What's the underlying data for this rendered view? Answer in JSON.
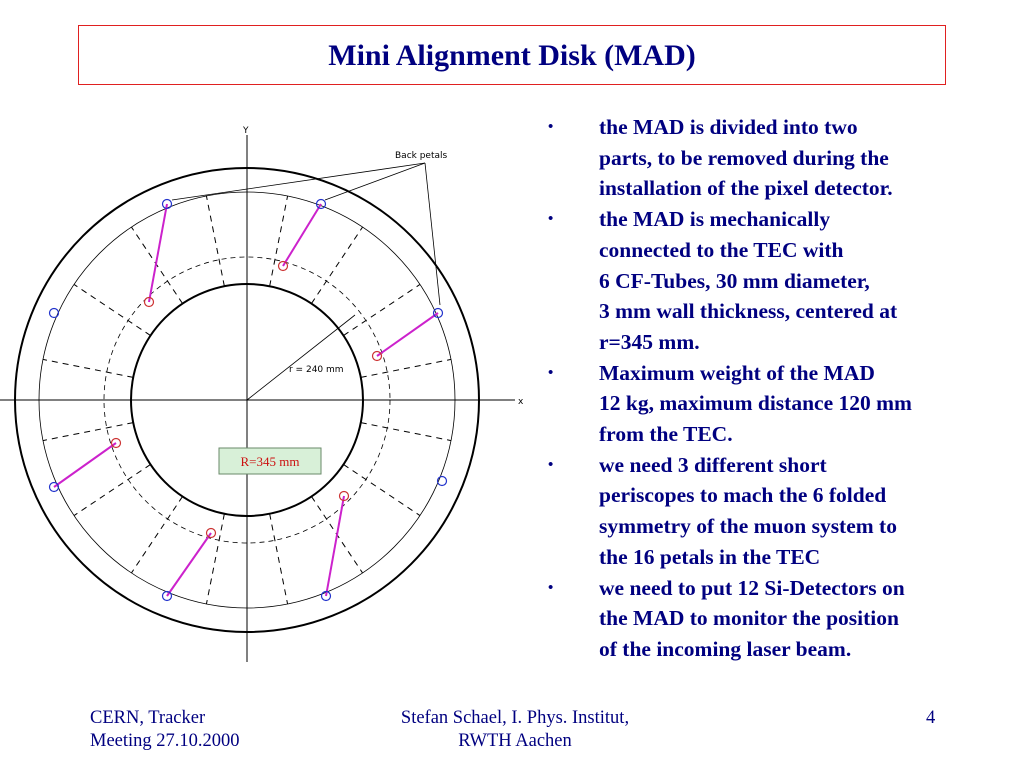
{
  "title": "Mini Alignment Disk (MAD)",
  "diagram": {
    "y_axis": "Y",
    "x_axis": "x",
    "back_petals_label": "Back petals",
    "radius_label": "r = 240 mm",
    "R_label": "R=345 mm",
    "colors": {
      "periscope": "#cc22cc",
      "blue_marker": "#2233cc",
      "red_marker": "#cc3333",
      "R_box_bg": "#d8f0d8",
      "R_box_text": "#cc1111"
    }
  },
  "bullets": [
    {
      "marker": "•",
      "text": "the MAD is divided into two\nparts, to be removed during the\ninstallation of the pixel detector."
    },
    {
      "marker": "•",
      "text": "the MAD is mechanically\nconnected to the TEC with\n6 CF-Tubes, 30 mm diameter,\n3 mm wall thickness, centered at\nr=345 mm."
    },
    {
      "marker": "•",
      "text": "Maximum weight of the MAD\n12 kg, maximum distance 120 mm\nfrom the TEC."
    },
    {
      "marker": "•",
      "text": "we need 3 different short\nperiscopes to mach the 6 folded\nsymmetry of the muon system to\nthe 16 petals in the TEC"
    },
    {
      "marker": "•",
      "text": "we need to put 12 Si-Detectors on\nthe MAD to monitor the position\nof the incoming laser beam."
    }
  ],
  "footer": {
    "left": "CERN, Tracker\nMeeting 27.10.2000",
    "center": "Stefan Schael, I. Phys. Institut,\nRWTH Aachen",
    "page": "4"
  }
}
